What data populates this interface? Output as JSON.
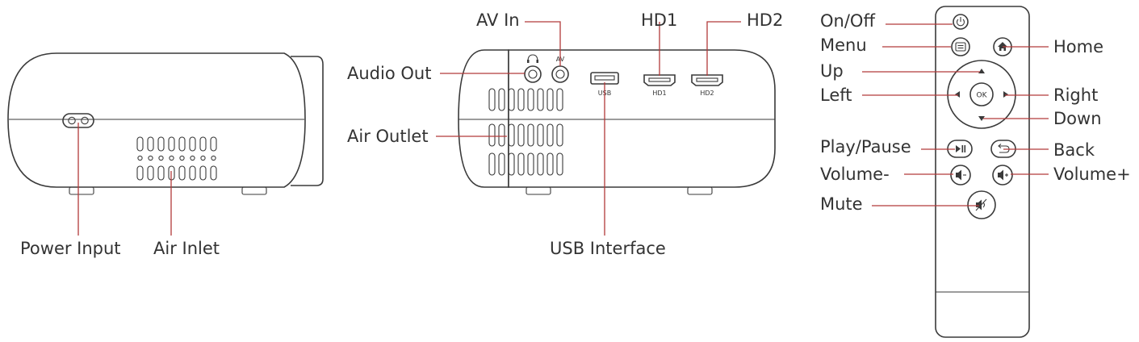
{
  "colors": {
    "leader": "#b23a3a",
    "outline": "#3a3a3a",
    "text": "#333333"
  },
  "left_view": {
    "labels": {
      "power_input": "Power Input",
      "air_inlet": "Air Inlet"
    }
  },
  "back_view": {
    "labels": {
      "audio_out": "Audio Out",
      "air_outlet": "Air Outlet",
      "av_in": "AV In",
      "hd1": "HD1",
      "hd2": "HD2",
      "usb_interface": "USB Interface"
    },
    "port_marks": {
      "av": "AV",
      "usb": "USB",
      "hd1": "HD1",
      "hd2": "HD2"
    }
  },
  "remote": {
    "labels": {
      "on_off": "On/Off",
      "menu": "Menu",
      "home": "Home",
      "up": "Up",
      "left": "Left",
      "right": "Right",
      "down": "Down",
      "play_pause": "Play/Pause",
      "back": "Back",
      "volume_minus": "Volume-",
      "volume_plus": "Volume+",
      "mute": "Mute"
    },
    "button_marks": {
      "ok": "OK"
    }
  },
  "icons": [
    "power-icon",
    "menu-icon",
    "home-icon",
    "play-pause-icon",
    "back-icon",
    "volume-down-icon",
    "volume-up-icon",
    "mute-icon",
    "headphone-icon"
  ]
}
